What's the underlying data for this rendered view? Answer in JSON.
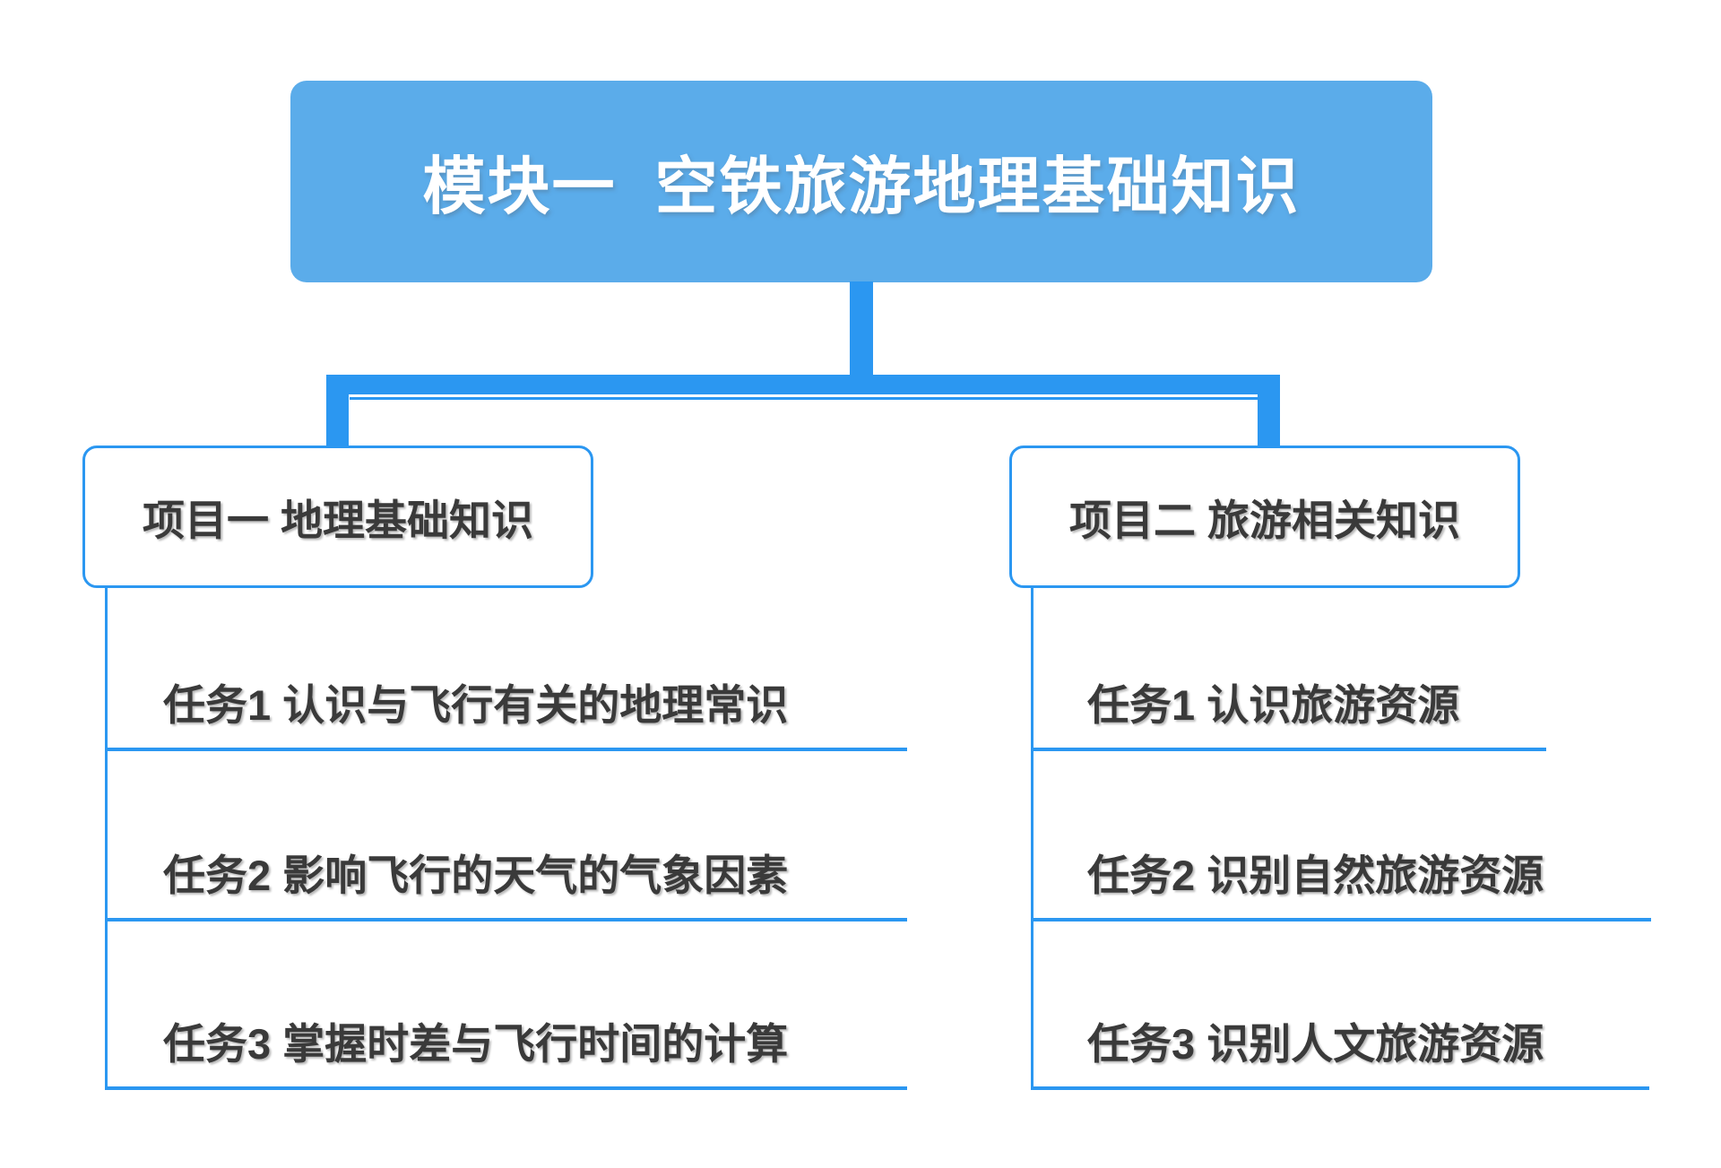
{
  "diagram": {
    "title": "模块一  空铁旅游地理基础知识",
    "colors": {
      "background": "#FFFFFF",
      "root_fill": "#5BACEA",
      "root_text": "#FFFFFF",
      "connector_accent": "#2B97F1",
      "text_dark": "#3A3A3A"
    },
    "branches": [
      {
        "label": "项目一 地理基础知识",
        "tasks": [
          "任务1 认识与飞行有关的地理常识",
          "任务2 影响飞行的天气的气象因素",
          "任务3 掌握时差与飞行时间的计算"
        ]
      },
      {
        "label": "项目二 旅游相关知识",
        "tasks": [
          "任务1 认识旅游资源",
          "任务2 识别自然旅游资源",
          "任务3 识别人文旅游资源"
        ]
      }
    ]
  }
}
